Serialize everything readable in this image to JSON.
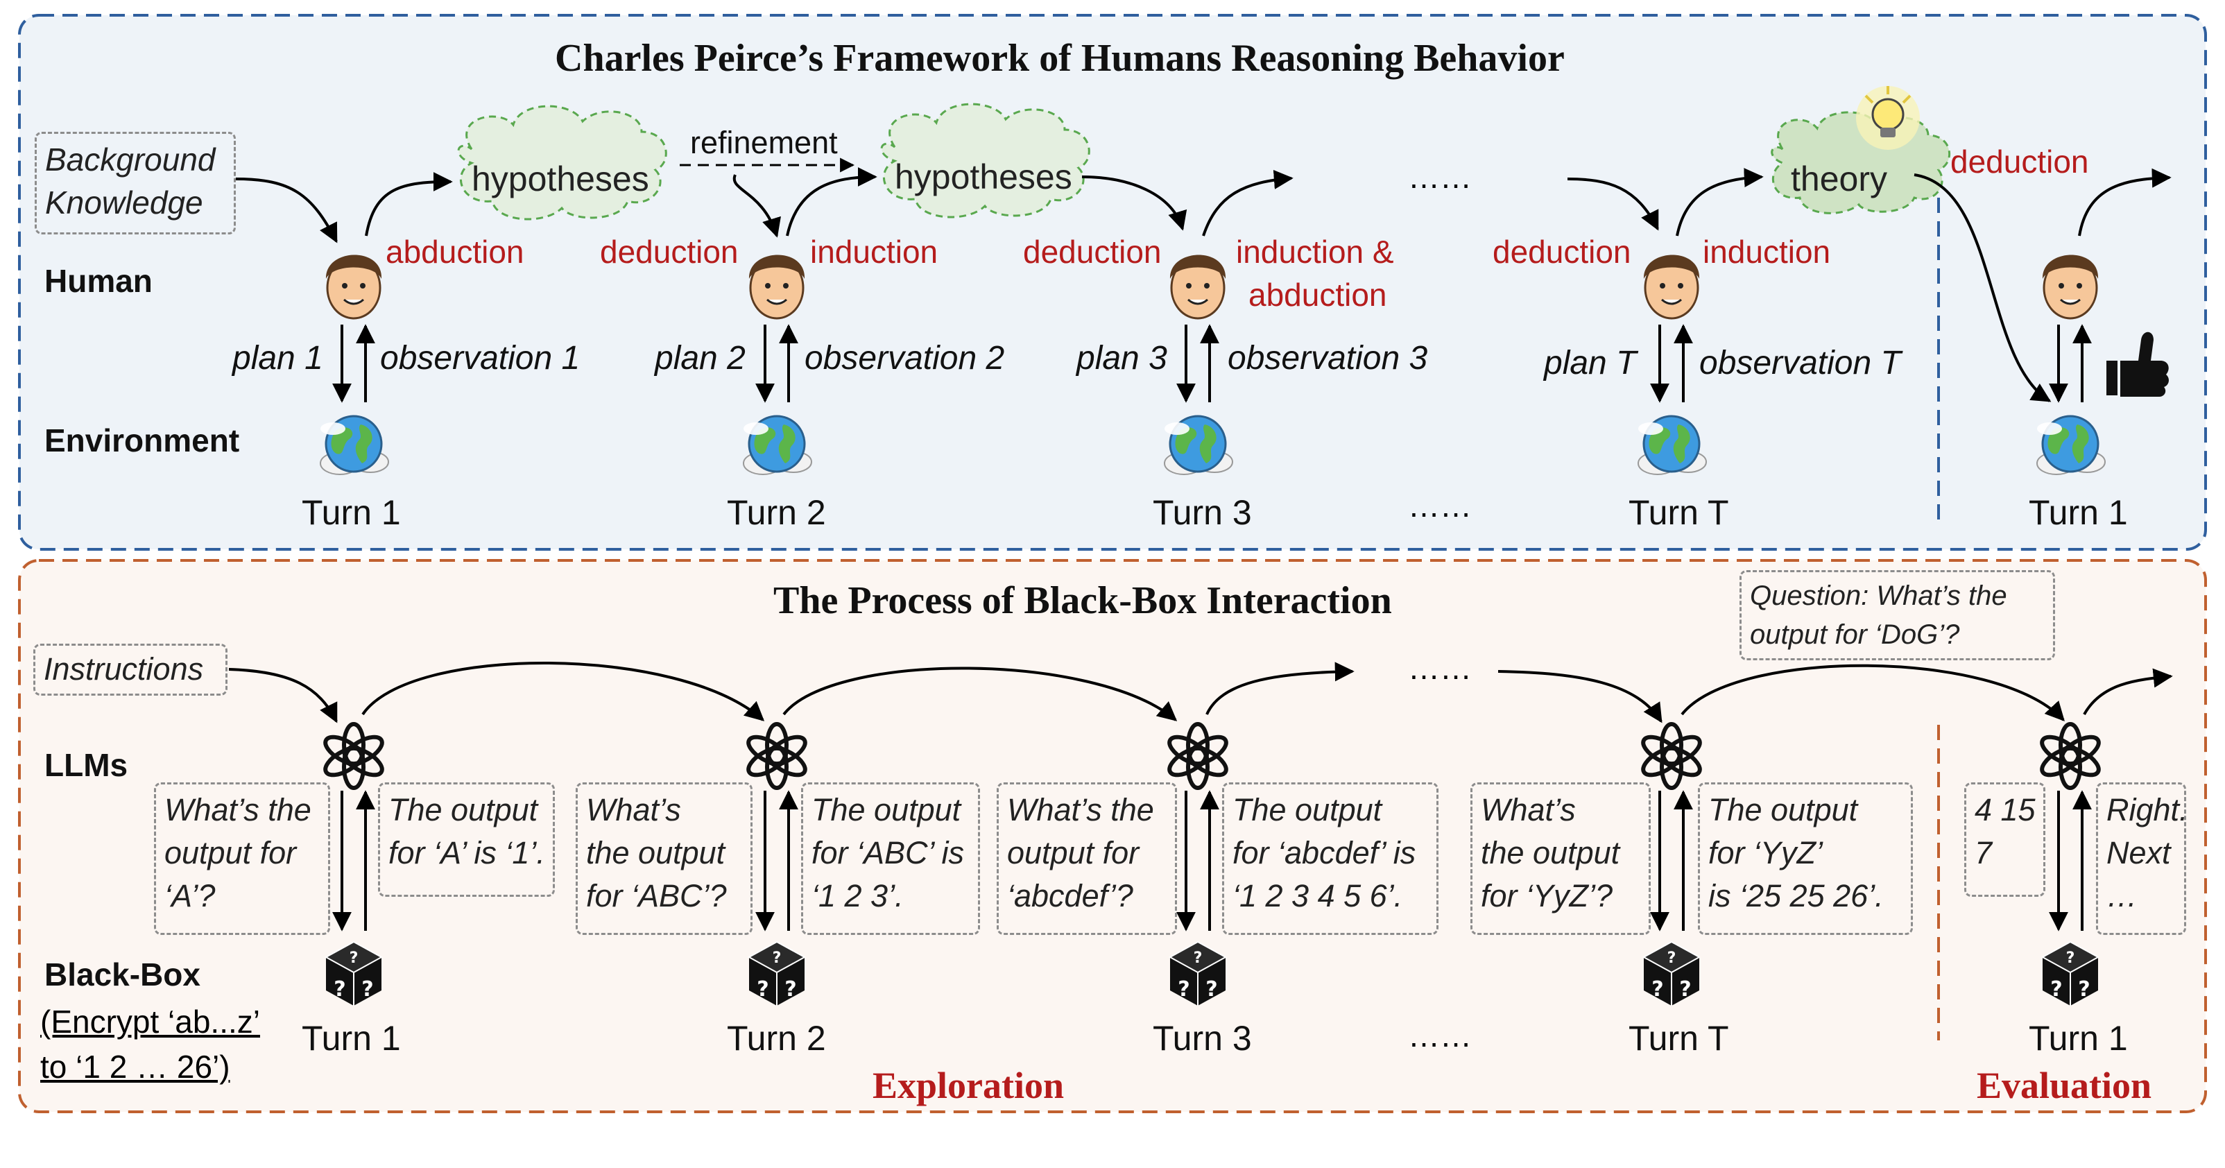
{
  "top": {
    "title": "Charles Peirce’s Framework of Humans Reasoning Behavior",
    "row_human": "Human",
    "row_environment": "Environment",
    "background_knowledge": "Background\nKnowledge",
    "refinement": "refinement",
    "clouds": [
      "hypotheses",
      "hypotheses",
      "theory"
    ],
    "reasoning_labels": [
      "abduction",
      "deduction",
      "induction",
      "deduction",
      "induction &",
      "abduction",
      "deduction",
      "induction",
      "deduction"
    ],
    "plans": [
      "plan 1",
      "plan 2",
      "plan 3",
      "plan T"
    ],
    "observations": [
      "observation 1",
      "observation 2",
      "observation 3",
      "observation T"
    ],
    "turns": [
      "Turn 1",
      "Turn 2",
      "Turn 3",
      "Turn T",
      "Turn 1"
    ],
    "ellipsis": "……"
  },
  "bottom": {
    "title": "The Process of Black-Box Interaction",
    "row_llms": "LLMs",
    "row_blackbox": "Black-Box",
    "blackbox_desc_1": "(Encrypt ‘ab...z’",
    "blackbox_desc_2": "to ‘1 2 … 26’)",
    "instructions": "Instructions",
    "question": "Question: What’s the\noutput for ‘DoG’?",
    "queries": [
      "What’s the\noutput for\n‘A’?",
      "What’s\nthe output\nfor ‘ABC’?",
      "What’s the\noutput for\n‘abcdef’?",
      "What’s\nthe output\nfor ‘YyZ’?",
      "4 15\n7"
    ],
    "responses": [
      "The output\nfor ‘A’ is ‘1’.",
      "The output\nfor ‘ABC’ is\n‘1 2 3’.",
      "The output\nfor ‘abcdef’ is\n‘1 2 3 4 5 6’.",
      "The output\nfor ‘YyZ’\nis ‘25 25 26’.",
      "Right.\nNext\n…"
    ],
    "turns": [
      "Turn 1",
      "Turn 2",
      "Turn 3",
      "Turn T",
      "Turn 1"
    ],
    "phase_exploration": "Exploration",
    "phase_evaluation": "Evaluation",
    "ellipsis": "……"
  },
  "colors": {
    "top_panel_bg": "#eef3f8",
    "top_panel_border": "#2f5f9e",
    "bottom_panel_bg": "#fcf6f2",
    "bottom_panel_border": "#c0602f",
    "accent_red": "#b51c1c",
    "cloud_fill": "#e4efe0"
  },
  "icons": [
    "human-face-icon",
    "earth-globe-icon",
    "lightbulb-icon",
    "thumbs-up-icon",
    "openai-logo-icon",
    "mystery-box-icon"
  ]
}
